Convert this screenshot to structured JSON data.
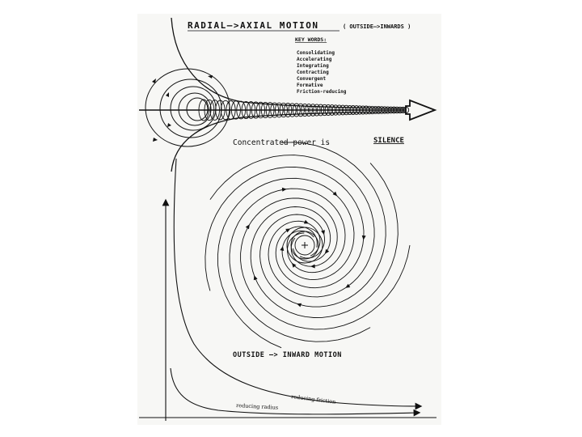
{
  "diagram": {
    "title_main": "RADIAL—>AXIAL MOTION",
    "title_sub": "( OUTSIDE—>INWARDS )",
    "key_words_heading": "KEY WORDS:",
    "key_words": [
      "Consolidating",
      "Accelerating",
      "Integrating",
      "Contracting",
      "Convergent",
      "Formative",
      "Friction-reducing"
    ],
    "caption_prefix": "Concentrated power is",
    "caption_emphasis": "SILENCE",
    "bottom_title": "OUTSIDE —> INWARD MOTION",
    "curve_label_friction": "reducing friction",
    "curve_label_radius": "reducing radius"
  },
  "colors": {
    "ink": "#111111",
    "paper": "#f7f7f5",
    "background": "#ffffff"
  }
}
